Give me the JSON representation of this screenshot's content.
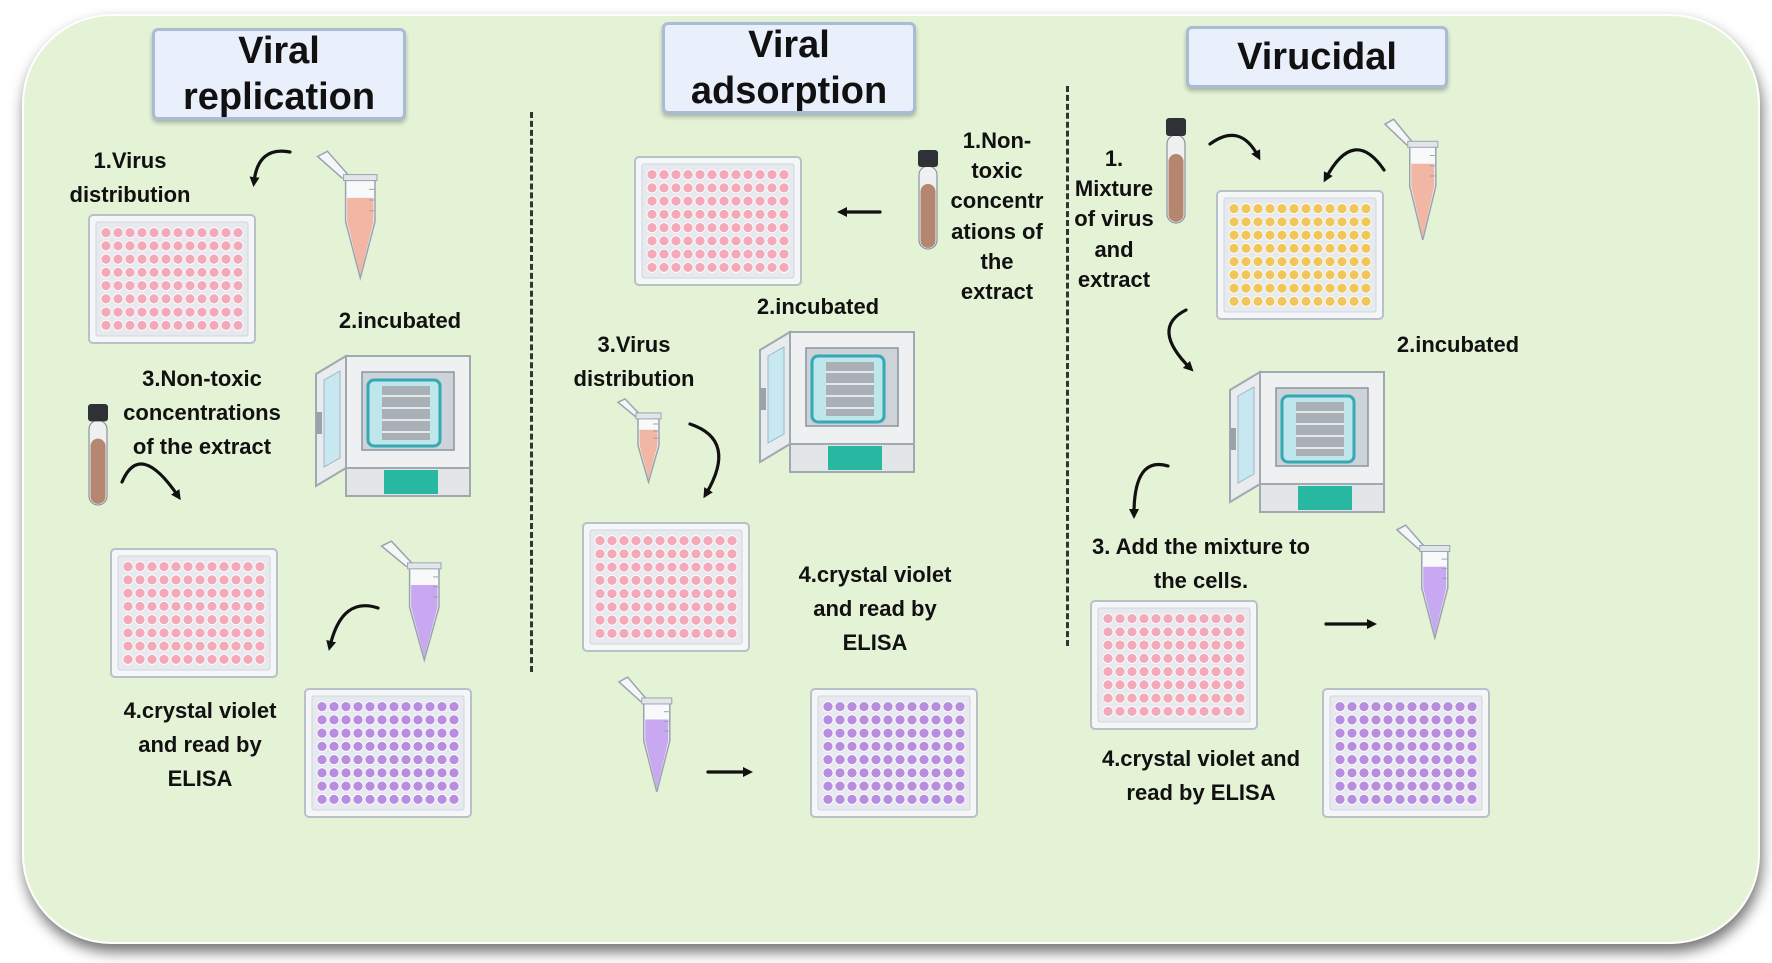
{
  "sections": [
    {
      "title": "Viral replication",
      "steps": [
        "1.Virus distribution",
        "2.incubated",
        "3.Non-toxic concentrations of the extract",
        "4.crystal violet and read by ELISA"
      ]
    },
    {
      "title": "Viral adsorption",
      "steps": [
        "1.Non-toxic concentr ations of the extract",
        "2.incubated",
        "3.Virus distribution",
        "4.crystal violet and read by ELISA"
      ]
    },
    {
      "title": "Virucidal",
      "steps": [
        "1. Mixture of virus and extract",
        "2.incubated",
        "3. Add the mixture to the cells.",
        "4.crystal violet  and read by  ELISA"
      ]
    }
  ],
  "colors": {
    "panel": "#e4f2d6",
    "plate_pink": "#f4a9b8",
    "plate_yellow": "#f1c75a",
    "plate_purple": "#b88de0",
    "tube_pink": "#f2b6a4",
    "tube_purple": "#c8a8f0",
    "extract_tube": "#b58770"
  },
  "icons": [
    "well-plate-icon",
    "microtube-icon",
    "extract-tube-icon",
    "incubator-icon",
    "curved-arrow-icon",
    "straight-arrow-icon"
  ]
}
